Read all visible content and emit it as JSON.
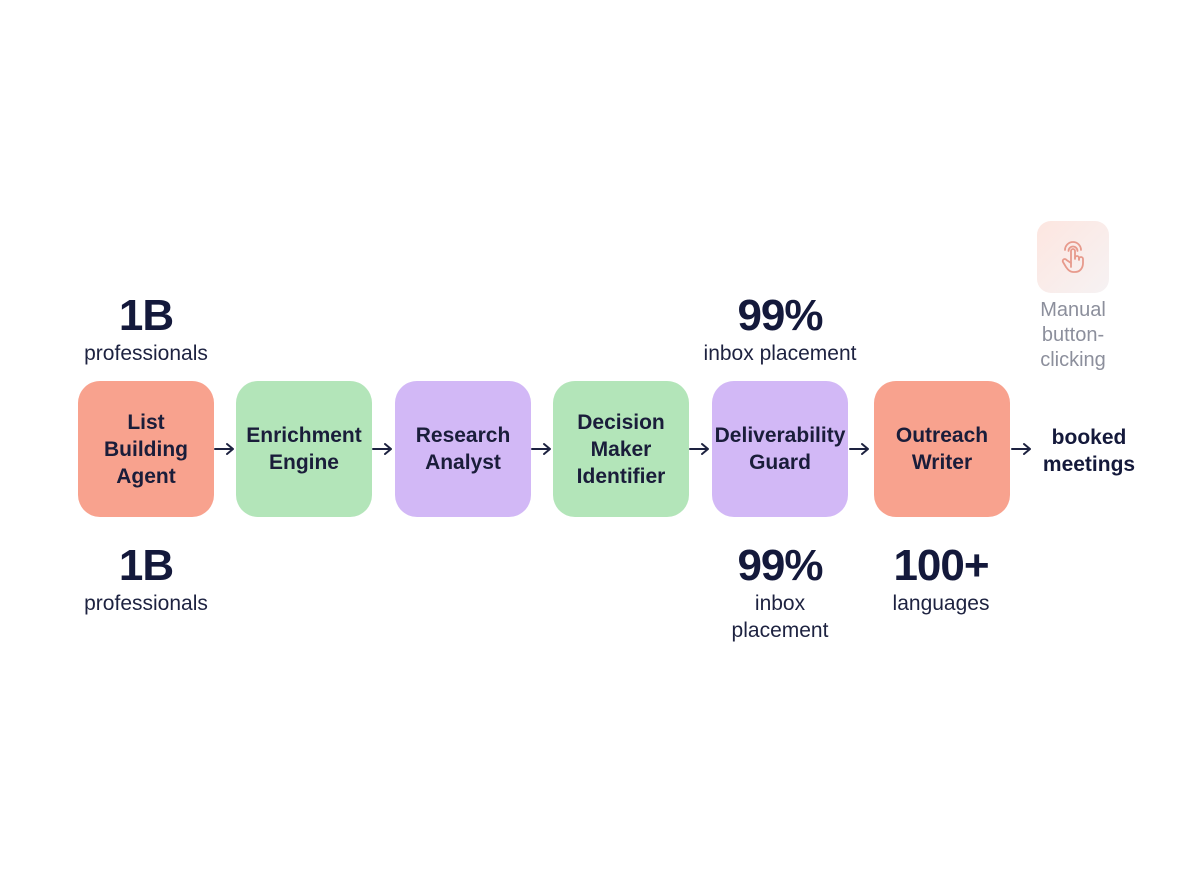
{
  "top_stats": [
    {
      "value": "1B",
      "label": "professionals"
    },
    {
      "value": "99%",
      "label": "inbox placement"
    }
  ],
  "pipeline": [
    {
      "label": "List\nBuilding\nAgent",
      "color": "#f8a28e"
    },
    {
      "label": "Enrichment\nEngine",
      "color": "#b3e5b9"
    },
    {
      "label": "Research\nAnalyst",
      "color": "#d2b8f6"
    },
    {
      "label": "Decision\nMaker\nIdentifier",
      "color": "#b3e5b9"
    },
    {
      "label": "Deliverability\nGuard",
      "color": "#d2b8f6"
    },
    {
      "label": "Outreach\nWriter",
      "color": "#f8a28e"
    }
  ],
  "outcome": "booked\nmeetings",
  "bottom_stats": [
    {
      "value": "1B",
      "label": "professionals"
    },
    {
      "value": "99%",
      "label": "inbox\nplacement"
    },
    {
      "value": "100+",
      "label": "languages"
    }
  ],
  "manual": {
    "label": "Manual\nbutton-clicking",
    "icon": "pointing-hand-icon"
  }
}
